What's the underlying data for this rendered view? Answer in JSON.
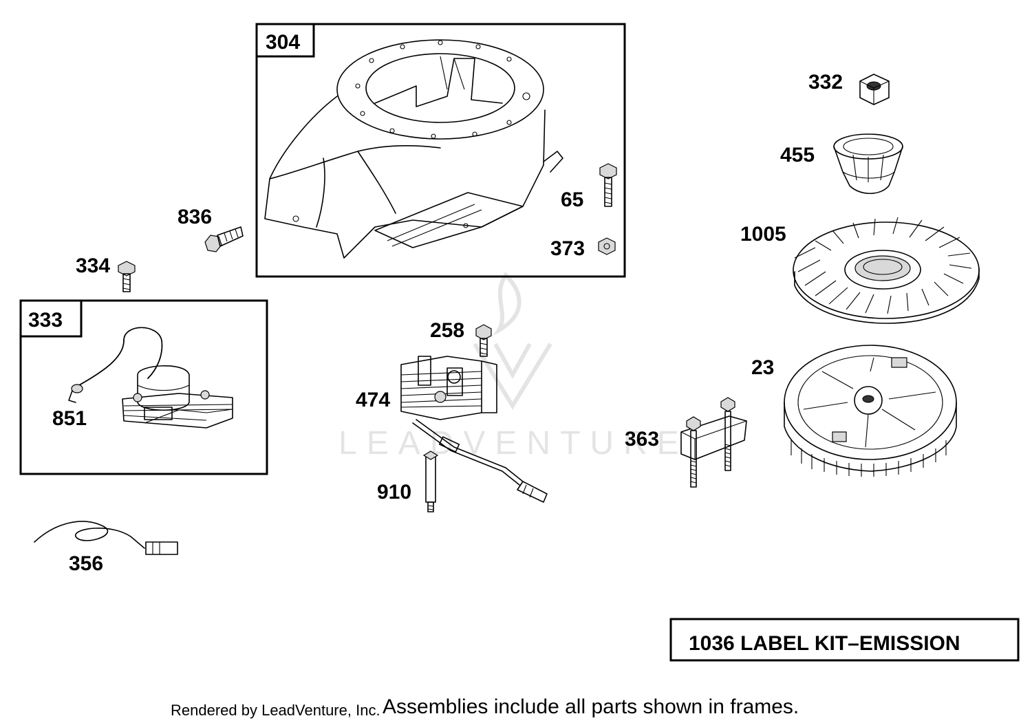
{
  "frames": [
    {
      "id": "304",
      "label": "304"
    },
    {
      "id": "333",
      "label": "333"
    }
  ],
  "callouts": {
    "c65": "65",
    "c373": "373",
    "c836": "836",
    "c334": "334",
    "c851": "851",
    "c356": "356",
    "c258": "258",
    "c474": "474",
    "c910": "910",
    "c363": "363",
    "c332": "332",
    "c455": "455",
    "c1005": "1005",
    "c23": "23"
  },
  "watermark": {
    "text": "LEADVENTURE"
  },
  "label_kit": {
    "text": "1036 LABEL KIT–EMISSION"
  },
  "footer": {
    "rendered_by": "Rendered by LeadVenture, Inc.",
    "note": "Assemblies include all parts shown in frames."
  }
}
